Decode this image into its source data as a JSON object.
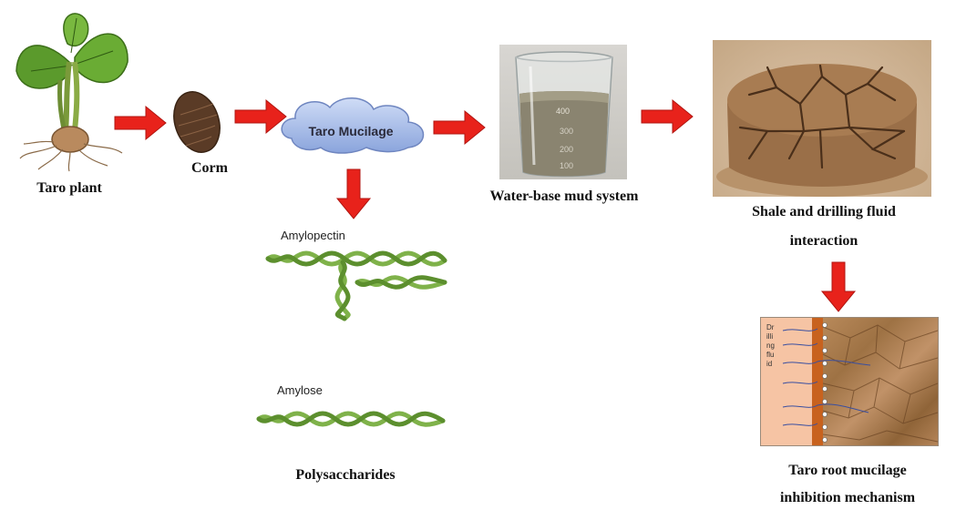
{
  "labels": {
    "taro_plant": "Taro plant",
    "corm": "Corm",
    "taro_mucilage": "Taro Mucilage",
    "amylopectin": "Amylopectin",
    "amylose": "Amylose",
    "polysaccharides": "Polysaccharides",
    "water_base_mud": "Water-base mud system",
    "shale_interaction_line1": "Shale and drilling fluid",
    "shale_interaction_line2": "interaction",
    "mechanism_line1": "Taro root mucilage",
    "mechanism_line2": "inhibition mechanism",
    "drilling_fluid_vertical": "Drilling fluid"
  },
  "beaker_marks": [
    "400",
    "300",
    "200",
    "100"
  ],
  "colors": {
    "arrow_red": "#e8221b",
    "cloud_blue": "#9fb6e6",
    "helix_green": "#7fb24a",
    "mud_brown": "#a67a4f",
    "drilling_fluid_bg": "#f6c4a4",
    "mudcake_orange": "#c8621e"
  }
}
